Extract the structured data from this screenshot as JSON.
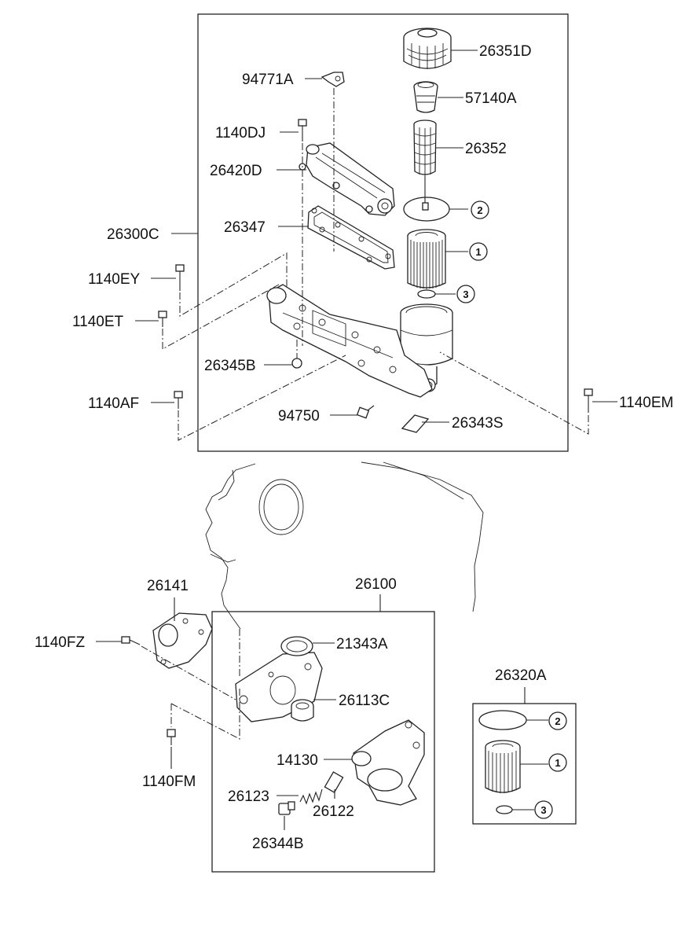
{
  "labels": {
    "p26351D": "26351D",
    "p94771A": "94771A",
    "p57140A": "57140A",
    "p1140DJ": "1140DJ",
    "p26352": "26352",
    "p26420D": "26420D",
    "p26300C": "26300C",
    "p26347": "26347",
    "p1140EY": "1140EY",
    "p1140ET": "1140ET",
    "p26345B": "26345B",
    "p1140AF": "1140AF",
    "p94750": "94750",
    "p26343S": "26343S",
    "p1140EM": "1140EM",
    "p26141": "26141",
    "p26100": "26100",
    "p1140FZ": "1140FZ",
    "p21343A": "21343A",
    "p26113C": "26113C",
    "p14130": "14130",
    "p1140FM": "1140FM",
    "p26123": "26123",
    "p26122": "26122",
    "p26344B": "26344B",
    "p26320A": "26320A"
  },
  "callouts": {
    "c1": "1",
    "c2": "2",
    "c3": "3"
  }
}
